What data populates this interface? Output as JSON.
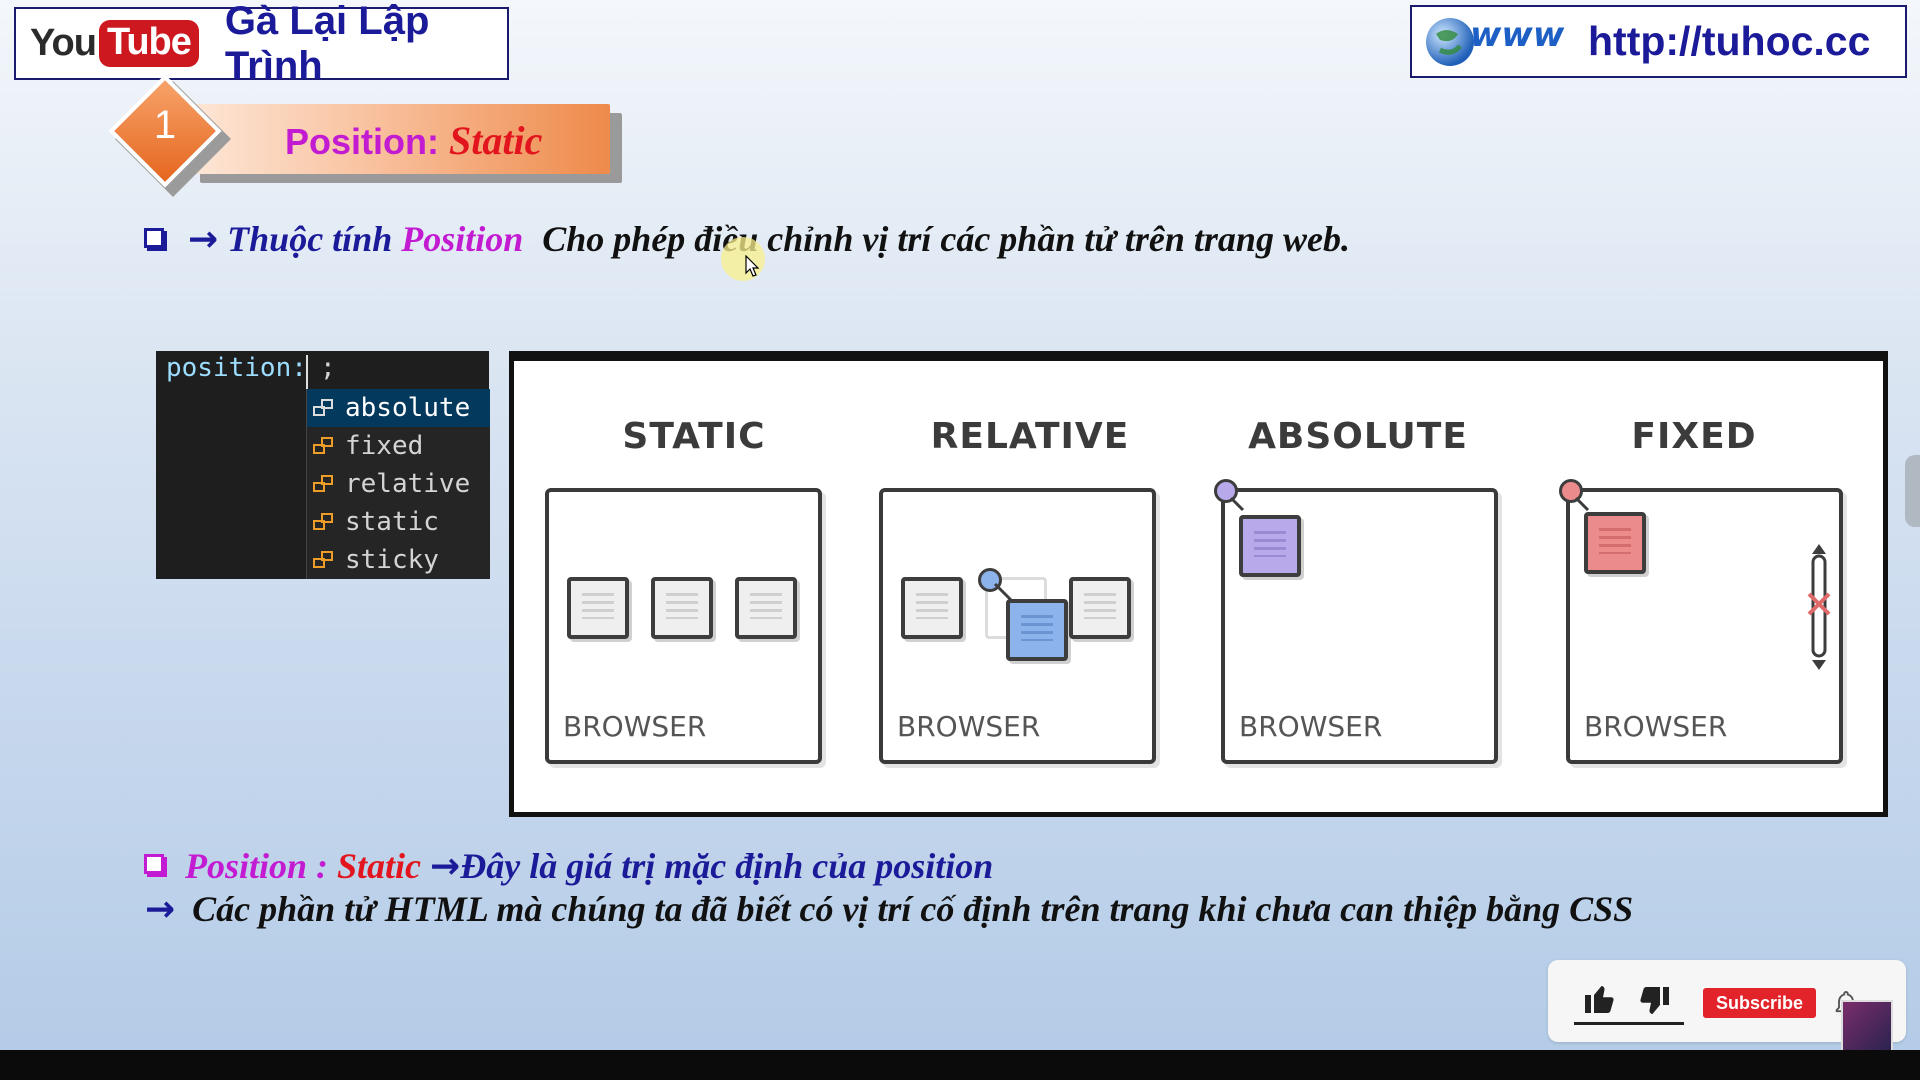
{
  "header": {
    "yt_you": "You",
    "yt_tube": "Tube",
    "channel_name": "Gà Lại Lập Trình",
    "www_text": "www",
    "site_url": "http://tuhoc.cc"
  },
  "section": {
    "number": "1",
    "title_prefix": "Position: ",
    "title_value": "Static"
  },
  "intro": {
    "arrow": "→",
    "label": "Thuộc tính ",
    "keyword": "Position",
    "text": "Cho phép điều chỉnh vị trí các phần tử trên trang web."
  },
  "editor": {
    "line_text": "position:",
    "semicolon": ";",
    "suggestions": [
      "absolute",
      "fixed",
      "relative",
      "static",
      "sticky"
    ],
    "active_index": 0
  },
  "diagram": {
    "columns": [
      {
        "title": "STATIC",
        "label": "BROWSER"
      },
      {
        "title": "RELATIVE",
        "label": "BROWSER"
      },
      {
        "title": "ABSOLUTE",
        "label": "BROWSER"
      },
      {
        "title": "FIXED",
        "label": "BROWSER"
      }
    ]
  },
  "static_note": {
    "keyword": "Position",
    "colon": " : ",
    "value": "Static",
    "arrow": "→",
    "text": "Đây là giá trị mặc định của position",
    "line2_arrow": "→",
    "line2": "Các phần tử HTML mà chúng ta đã biết có vị trí cố định trên trang khi chưa can thiệp bằng CSS"
  },
  "yt_controls": {
    "subscribe_label": "Subscribe"
  },
  "colors": {
    "navy": "#1b1b9a",
    "magenta": "#c21bd2",
    "red": "#e2141d",
    "orange": "#ee8a4b"
  }
}
